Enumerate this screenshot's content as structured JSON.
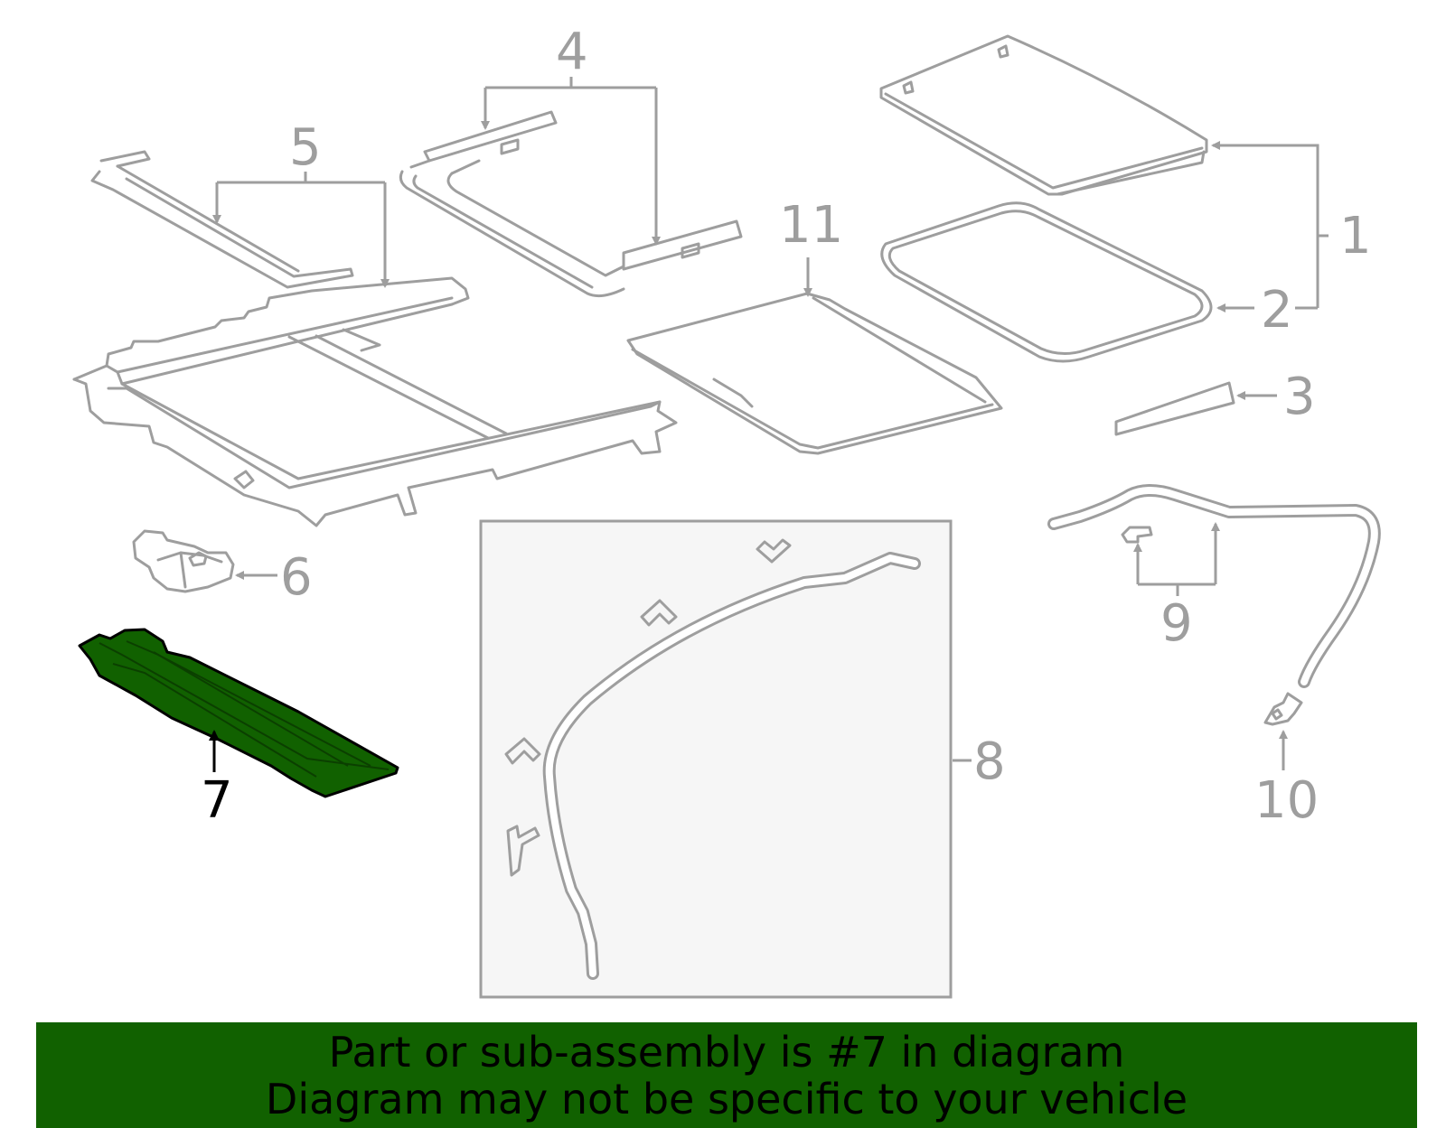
{
  "colors": {
    "part_outline": "#9e9e9e",
    "highlight_fill": "#116100",
    "banner_background": "#116100",
    "active_label": "#000000"
  },
  "callouts": {
    "c1": "1",
    "c2": "2",
    "c3": "3",
    "c4": "4",
    "c5": "5",
    "c6": "6",
    "c7": "7",
    "c8": "8",
    "c9": "9",
    "c10": "10",
    "c11": "11"
  },
  "highlighted_part": "7",
  "banner": {
    "line1": "Part or sub-assembly is #7 in diagram",
    "line2": "Diagram may not be specific to your vehicle"
  }
}
